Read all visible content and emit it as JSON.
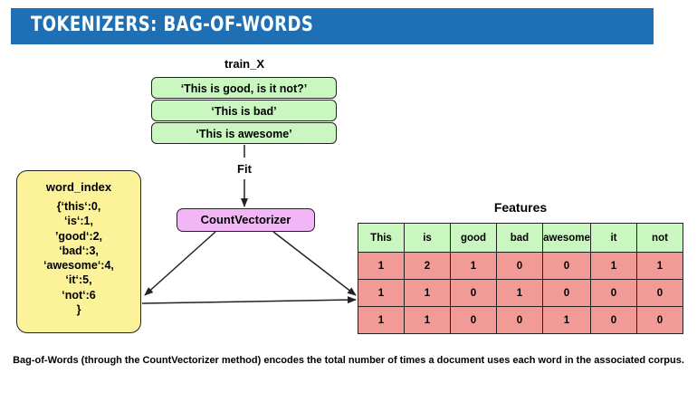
{
  "header": {
    "title": "TOKENIZERS: BAG-OF-WORDS"
  },
  "train": {
    "label": "train_X",
    "docs": [
      "‘This is good, is it not?’",
      "‘This is bad’",
      "‘This is awesome’"
    ]
  },
  "fit_label": "Fit",
  "vectorizer_label": "CountVectorizer",
  "word_index": {
    "title": "word_index",
    "lines": [
      "{‘this‘:0,",
      "‘is‘:1,",
      "’good‘:2,",
      "‘bad‘:3,",
      "‘awesome‘:4,",
      "‘it‘:5,",
      "‘not‘:6",
      "}"
    ]
  },
  "features": {
    "title": "Features",
    "headers": [
      "This",
      "is",
      "good",
      "bad",
      "awesome",
      "it",
      "not"
    ],
    "rows": [
      [
        "1",
        "2",
        "1",
        "0",
        "0",
        "1",
        "1"
      ],
      [
        "1",
        "1",
        "0",
        "1",
        "0",
        "0",
        "0"
      ],
      [
        "1",
        "1",
        "0",
        "0",
        "1",
        "0",
        "0"
      ]
    ]
  },
  "caption": "Bag-of-Words (through the  CountVectorizer method) encodes the total number of times a document uses each word in the associated corpus.",
  "colors": {
    "banner": "#1f6fb5",
    "train_box": "#c9f7bf",
    "vectorizer_box": "#f2b6f7",
    "word_index_box": "#fbf29a",
    "feature_header": "#c9f7bf",
    "feature_cell": "#f29a96"
  }
}
